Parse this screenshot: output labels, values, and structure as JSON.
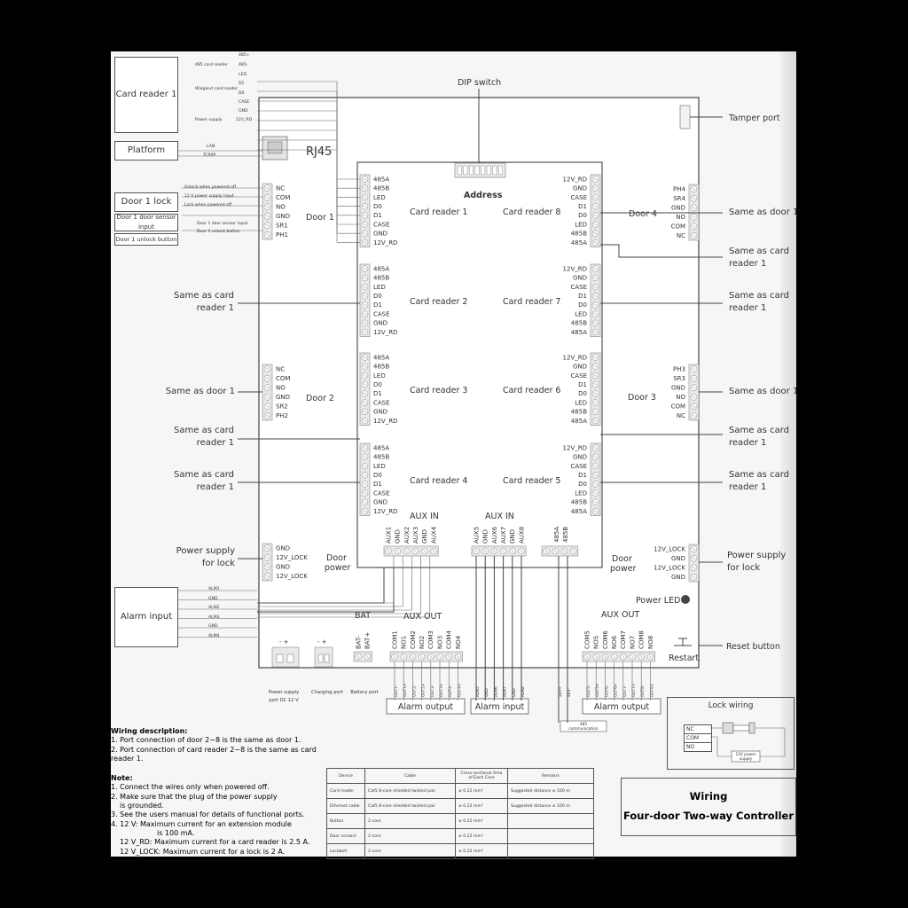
{
  "title": {
    "line1": "Wiring",
    "line2": "Four-door Two-way Controller"
  },
  "board": {
    "dip_label": "DIP switch",
    "address_label": "Address",
    "rj45_label": "RJ45",
    "tamper_label": "Tamper port",
    "power_led_label": "Power LED",
    "restart_label": "Restart",
    "reset_label": "Reset button",
    "bat_label": "BAT"
  },
  "reader_pins_left": [
    "485A",
    "485B",
    "LED",
    "D0",
    "D1",
    "CASE",
    "GND",
    "12V_RD"
  ],
  "reader_pins_right": [
    "12V_RD",
    "GND",
    "CASE",
    "D1",
    "D0",
    "LED",
    "485B",
    "485A"
  ],
  "readers": [
    {
      "label": "Card reader 1"
    },
    {
      "label": "Card reader 2"
    },
    {
      "label": "Card reader 3"
    },
    {
      "label": "Card reader 4"
    },
    {
      "label": "Card reader 5"
    },
    {
      "label": "Card reader 6"
    },
    {
      "label": "Card reader 7"
    },
    {
      "label": "Card reader 8"
    }
  ],
  "door_left_pins": {
    "door1": [
      "NC",
      "COM",
      "NO",
      "GND",
      "SR1",
      "PH1"
    ],
    "door2": [
      "NC",
      "COM",
      "NO",
      "GND",
      "SR2",
      "PH2"
    ]
  },
  "door_right_pins": {
    "door4": [
      "PH4",
      "SR4",
      "GND",
      "NO",
      "COM",
      "NC"
    ],
    "door3": [
      "PH3",
      "SR3",
      "GND",
      "NO",
      "COM",
      "NC"
    ]
  },
  "door_labels": {
    "door1": "Door 1",
    "door2": "Door 2",
    "door3": "Door 3",
    "door4": "Door 4"
  },
  "door_power_left_pins": [
    "GND",
    "12V_LOCK",
    "GND",
    "12V_LOCK"
  ],
  "door_power_right_pins": [
    "12V_LOCK",
    "GND",
    "12V_LOCK",
    "GND"
  ],
  "door_power_label": "Door power",
  "aux_in_label": "AUX IN",
  "aux_in1_pins": [
    "AUX1",
    "GND",
    "AUX2",
    "AUX3",
    "GND",
    "AUX4"
  ],
  "aux_in2_pins": [
    "AUX5",
    "GND",
    "AUX6",
    "AUX7",
    "GND",
    "AUX8"
  ],
  "rs485_pins": [
    "485A",
    "485B"
  ],
  "aux_out_label": "AUX OUT",
  "aux_out1_pins": [
    "COM1",
    "NO1",
    "COM2",
    "NO2",
    "COM3",
    "NO3",
    "COM4",
    "NO4"
  ],
  "aux_out2_pins": [
    "COM5",
    "NO5",
    "COM6",
    "NO6",
    "COM7",
    "NO7",
    "COM8",
    "NO8"
  ],
  "bat_pins": [
    "BAT-",
    "BAT+"
  ],
  "left_labels": {
    "card_reader1": "Card reader 1",
    "platform": "Platform",
    "door1_lock": "Door 1 lock",
    "door1_sensor": "Door 1 door sensor input",
    "door1_unlock": "Door 1 unlock button",
    "same_cr": "Same as card reader 1",
    "same_door": "Same as door 1",
    "psu_lock": "Power supply for lock",
    "alarm_input": "Alarm input"
  },
  "cr1_wires": [
    "485+",
    "485 card reader",
    "485-",
    "Wiegand card reader",
    "LED",
    "D1",
    "D0",
    "CASE",
    "GND",
    "Power supply",
    "12V_RD"
  ],
  "platform_wires": [
    "LAN",
    "TCP/IP"
  ],
  "door1_wires": [
    "Unlock when powered off",
    "12 V power supply input",
    "Lock when powered off",
    "Door 1 door sensor input",
    "Door 1 unlock button"
  ],
  "alarm_wires": [
    "ALM1",
    "GND",
    "ALM2",
    "ALM3",
    "GND",
    "ALM4"
  ],
  "bottom_labels": {
    "psu": "Power supply port DC 12 V",
    "charging": "Charging port",
    "battery": "Battery port",
    "alarm_output": "Alarm output",
    "alarm_input": "Alarm input",
    "rs485": "485 communication"
  },
  "bottom_out1": [
    "OUT1-",
    "OUT1+",
    "OUT2-",
    "OUT2+",
    "OUT3-",
    "OUT3+",
    "OUT4-",
    "OUT4+"
  ],
  "bottom_alm": [
    "ALM5",
    "GND",
    "ALM6",
    "ALM7",
    "GND",
    "ALM8"
  ],
  "bottom_485": [
    "485+",
    "485-"
  ],
  "bottom_out2": [
    "OUT5-",
    "OUT5+",
    "OUT6-",
    "OUT6+",
    "OUT7-",
    "OUT7+",
    "OUT8-",
    "OUT8+"
  ],
  "lock": {
    "title": "Lock wiring",
    "pins": [
      "NC",
      "COM",
      "NO"
    ],
    "psu": "12V power supply"
  },
  "notes": {
    "wiring_title": "Wiring description:",
    "wiring": [
      "1. Port connection of door 2~8 is the same as door 1.",
      "2. Port connection of card reader 2~8 is the same as card reader 1."
    ],
    "note_title": "Note:",
    "items": [
      "1. Connect the wires only when powered off.",
      "2. Make sure that the plug of the power supply",
      "is grounded.",
      "3. See the users manual for details of functional ports.",
      "4. 12 V: Maximum current for an extension module",
      "is 100 mA.",
      "12 V_RD: Maximum current for a card reader is 2.5 A.",
      "12 V_LOCK: Maximum current for a lock is 2 A."
    ]
  },
  "table": {
    "headers": [
      "Device",
      "Cable",
      "Cross-sectional Area of Each Core",
      "Remakrs"
    ],
    "rows": [
      [
        "Card reader",
        "Cat5 8-core shielded twisted pair",
        "≥ 0.22 mm²",
        "Suggested distance ≤ 100 m"
      ],
      [
        "Ethernet cable",
        "Cat5 8-core shielded twisted pair",
        "≥ 0.22 mm²",
        "Suggested distance ≤ 100 m"
      ],
      [
        "Button",
        "2-core",
        "≥ 0.22 mm²",
        ""
      ],
      [
        "Door contact",
        "2-core",
        "≥ 0.22 mm²",
        ""
      ],
      [
        "Lockbolt",
        "2-core",
        "≥ 0.22 mm²",
        ""
      ]
    ]
  }
}
